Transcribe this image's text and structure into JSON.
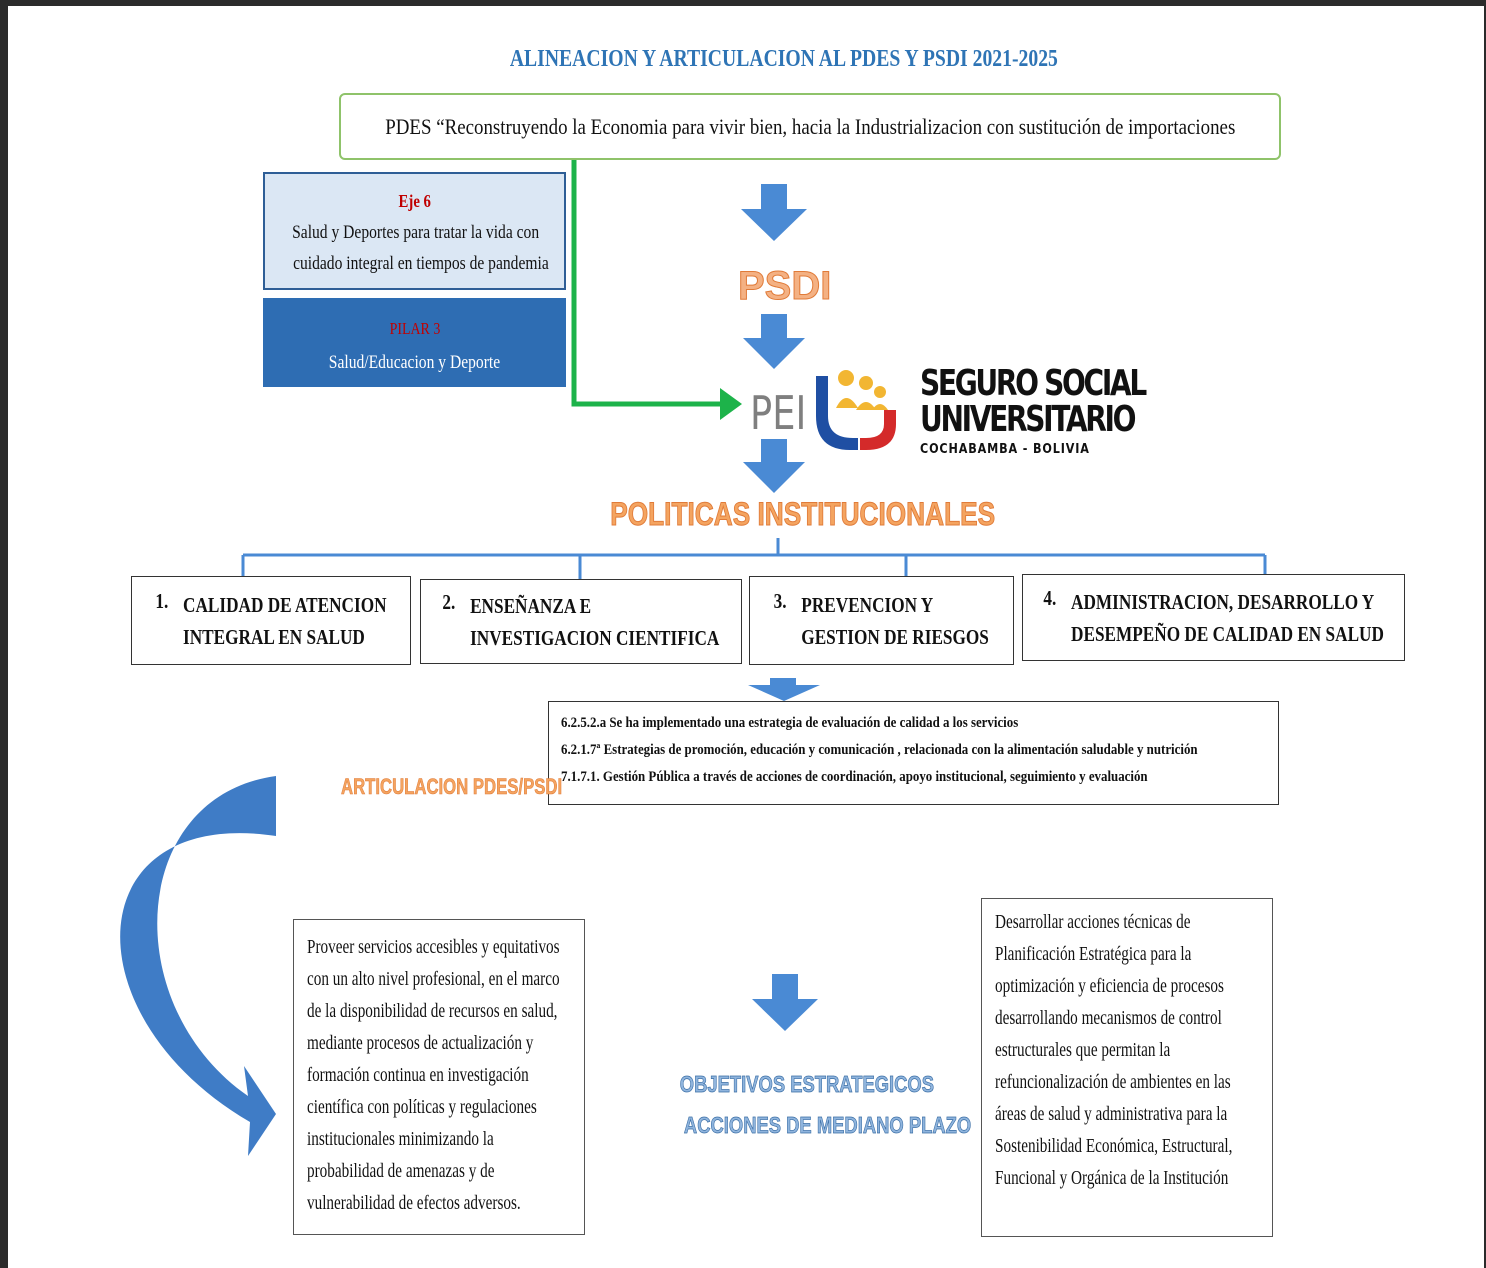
{
  "title": "ALINEACION Y ARTICULACION AL PDES Y PSDI 2021-2025",
  "pdes": "PDES “Reconstruyendo la Economia para vivir bien, hacia la Industrializacion con sustitución de importaciones",
  "eje": {
    "heading": "Eje 6",
    "line1": "Salud y Deportes para tratar la vida con",
    "line2": "cuidado integral en tiempos de pandemia"
  },
  "pilar": {
    "heading": "PILAR 3",
    "text": "Salud/Educacion y Deporte"
  },
  "psdi": "PSDI",
  "pei": "PEI",
  "logo": {
    "line1": "SEGURO SOCIAL",
    "line2": "UNIVERSITARIO",
    "line3": "COCHABAMBA - BOLIVIA",
    "colors": {
      "blue": "#1f4fa3",
      "red": "#d42a2a",
      "gold": "#f2b632"
    }
  },
  "politicas_title": "POLITICAS INSTITUCIONALES",
  "politicas": [
    {
      "num": "1.",
      "line1": "CALIDAD DE ATENCION",
      "line2": "INTEGRAL EN SALUD"
    },
    {
      "num": "2.",
      "line1": "ENSEÑANZA E",
      "line2": "INVESTIGACION CIENTIFICA"
    },
    {
      "num": "3.",
      "line1": "PREVENCION Y",
      "line2": "GESTION DE RIESGOS"
    },
    {
      "num": "4.",
      "line1": "ADMINISTRACION, DESARROLLO Y",
      "line2": "DESEMPEÑO DE CALIDAD EN SALUD"
    }
  ],
  "indicadores": [
    "6.2.5.2.a Se ha implementado  una estrategia de evaluación de calidad a los servicios",
    "6.2.1.7ª Estrategias de promoción, educación y comunicación , relacionada  con la alimentación saludable y nutrición",
    "7.1.7.1. Gestión Pública a través de acciones de coordinación, apoyo institucional, seguimiento y evaluación"
  ],
  "articulacion": "ARTICULACION PDES/PSDI",
  "objetivo_izq": [
    "Proveer servicios accesibles y equitativos",
    "con un alto nivel profesional, en el marco",
    "de la disponibilidad de recursos en salud,",
    "mediante procesos de actualización y",
    "formación continua en investigación",
    "científica con políticas y regulaciones",
    "institucionales minimizando la",
    "probabilidad de amenazas y de",
    "vulnerabilidad de efectos adversos."
  ],
  "objetivos_title": {
    "line1": "OBJETIVOS ESTRATEGICOS",
    "line2": "ACCIONES DE MEDIANO PLAZO"
  },
  "objetivo_der": [
    "Desarrollar acciones técnicas de",
    "Planificación Estratégica para la",
    "optimización y eficiencia de procesos",
    "desarrollando mecanismos de control",
    "estructurales que permitan la",
    "refuncionalización de ambientes en las",
    "áreas de salud y administrativa para la",
    "Sostenibilidad Económica, Estructural,",
    "Funcional y Orgánica de la Institución"
  ],
  "colors": {
    "title_blue": "#2e74b5",
    "arrow_blue": "#4a8ad4",
    "green_arrow": "#1db34a",
    "orange": "#f4a460"
  }
}
